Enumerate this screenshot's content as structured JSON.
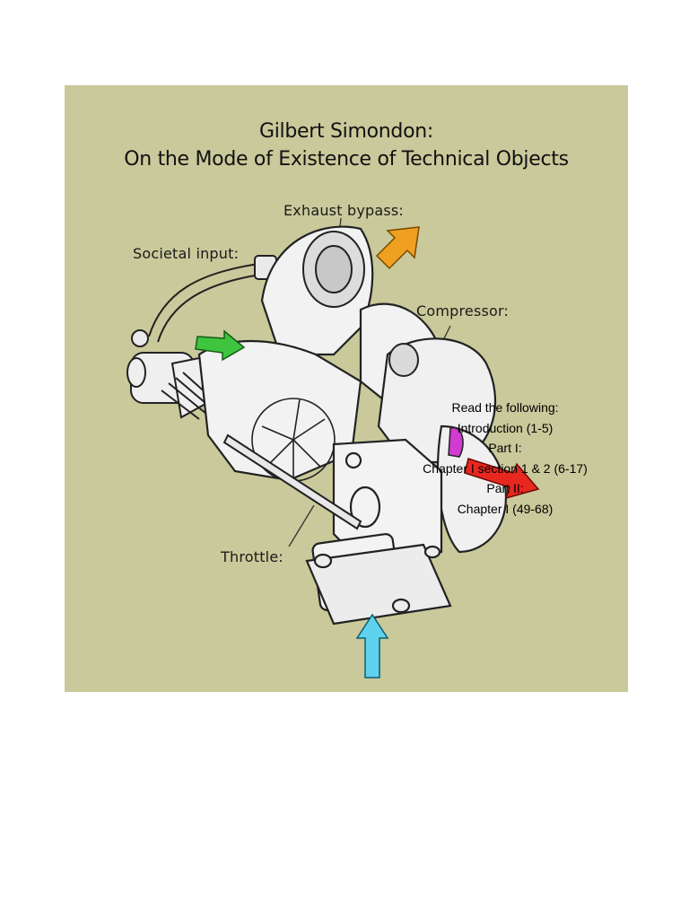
{
  "slide": {
    "title_line1": "Gilbert Simondon:",
    "title_line2": "On the Mode of Existence of Technical Objects",
    "labels": {
      "exhaust": "Exhaust bypass:",
      "societal": "Societal input:",
      "compressor": "Compressor:",
      "throttle": "Throttle:"
    },
    "reading": [
      "Read the following:",
      "Introduction (1-5)",
      "Part I:",
      "Chapter I section 1 & 2 (6-17)",
      "Part II:",
      "Chapter I (49-68)"
    ],
    "colors": {
      "background": "#c9c99b",
      "arrow_orange": "#f0a020",
      "arrow_green": "#3ec43e",
      "arrow_red": "#e8281e",
      "arrow_cyan": "#5fd3ee",
      "magenta_part": "#d23ad2"
    }
  }
}
